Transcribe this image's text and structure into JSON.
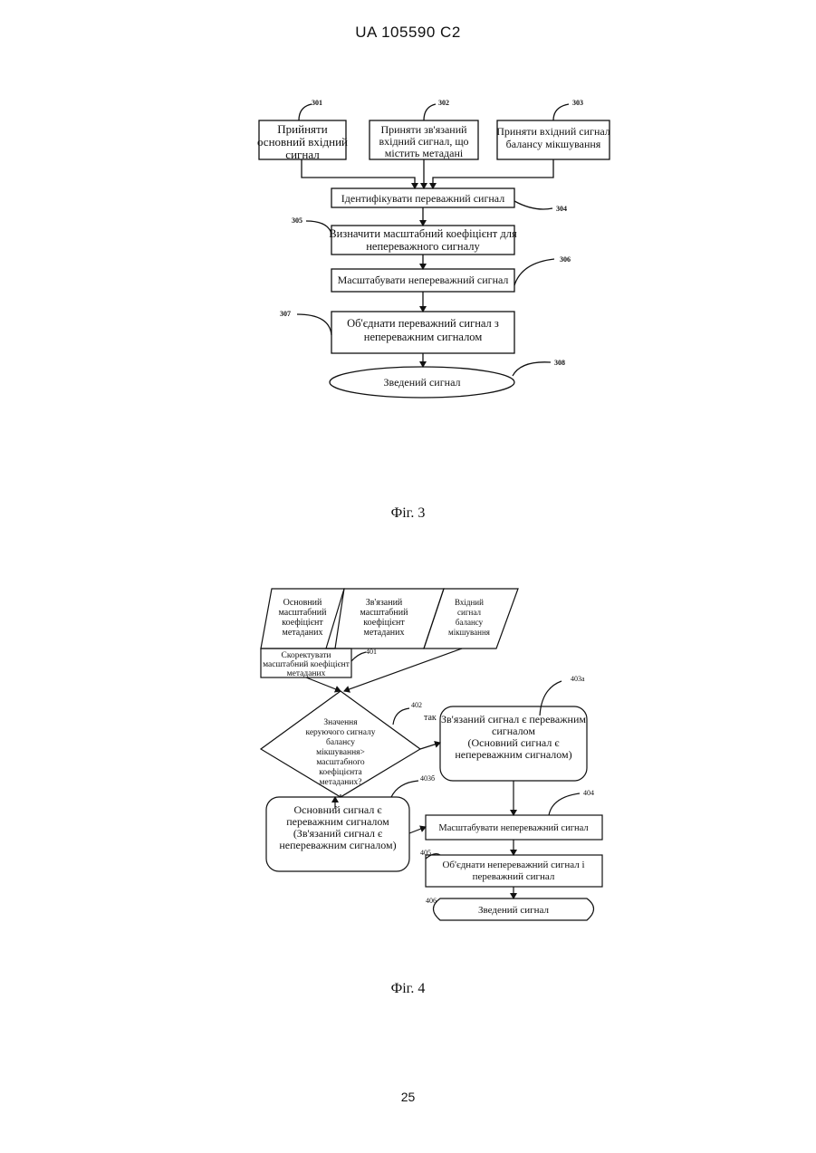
{
  "header": {
    "patent_id": "UA   105590   C2"
  },
  "page_number": "25",
  "figure3": {
    "caption": "Фіг. 3",
    "ref_301": "301",
    "ref_302": "302",
    "ref_303": "303",
    "ref_304": "304",
    "ref_305": "305",
    "ref_306": "306",
    "ref_307": "307",
    "ref_308": "308",
    "box_301": [
      "Прийняти",
      "основний вхідний",
      "сигнал"
    ],
    "box_302": [
      "Приняти зв'язаний",
      "вхідний сигнал,  що",
      "містить метадані"
    ],
    "box_303": [
      "Приняти вхідний сигнал",
      "балансу мікшування"
    ],
    "box_304": "Ідентифікувати переважний сигнал",
    "box_305": [
      "Визначити масштабний коефіцієнт для",
      "непереважного сигналу"
    ],
    "box_306": "Масштабувати непереважний сигнал",
    "box_307": [
      "Об'єднати переважний сигнал з",
      "непереважним сигналом"
    ],
    "box_308": "Зведений сигнал"
  },
  "figure4": {
    "caption": "Фіг. 4",
    "in_main": [
      "Основний",
      "масштабний",
      "коефіцієнт",
      "метаданих"
    ],
    "in_assoc": [
      "Зв'язаний",
      "масштабний",
      "коефіцієнт",
      "метаданих"
    ],
    "in_balance": [
      "Вхідний",
      "сигнал",
      "балансу",
      "мікшування"
    ],
    "box_401": [
      "Скоректувати",
      "масштабний коефіцієнт",
      "метаданих"
    ],
    "ref_401": "401",
    "ref_402": "402",
    "yes_label": "так",
    "diamond": [
      "Значення",
      "керуючого сигналу",
      "балансу",
      "мікшування>",
      "масштабного",
      "коефіцієнта",
      "метаданих?"
    ],
    "ref_403a": "403а",
    "box_403a": [
      "Зв'язаний сигнал є переважним",
      "сигналом",
      "(Основний сигнал є",
      "непереважним сигналом)"
    ],
    "ref_403b": "403б",
    "box_403b": [
      "Основний сигнал є",
      "переважним сигналом",
      "(Зв'язаний сигнал є",
      "непереважним сигналом)"
    ],
    "ref_404": "404",
    "box_404": "Масштабувати непереважний сигнал",
    "ref_405": "405",
    "box_405": [
      "Об'єднати непереважний сигнал і",
      "переважний сигнал"
    ],
    "ref_406": "406",
    "box_406": "Зведений  сигнал"
  }
}
